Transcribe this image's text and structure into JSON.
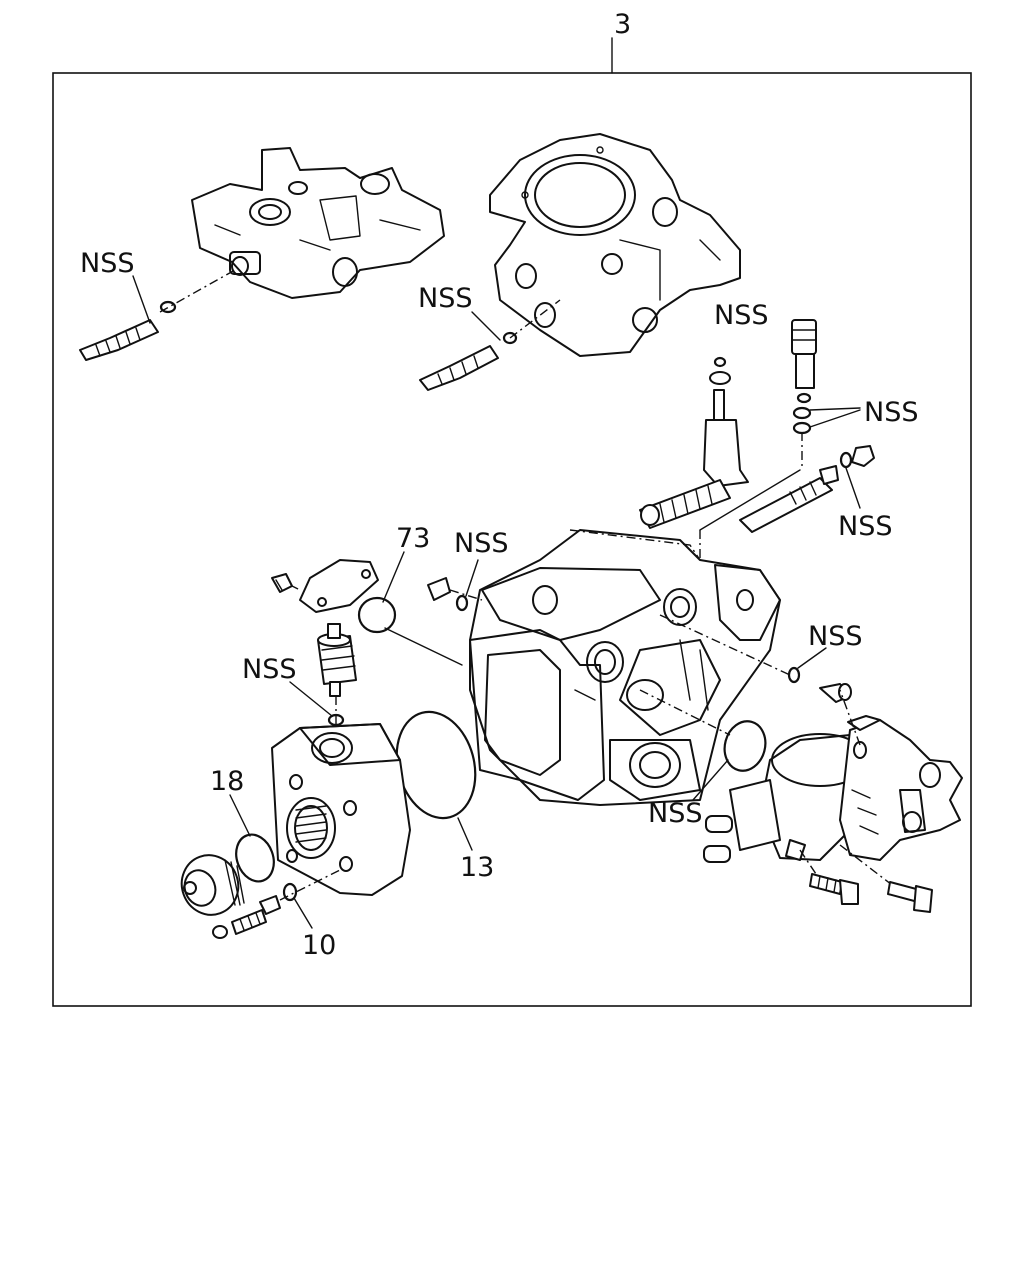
{
  "title_callout": "3",
  "callouts": {
    "nss_top_left": "NSS",
    "nss_top_mid": "NSS",
    "nss_top_right_1": "NSS",
    "nss_top_right_2": "NSS",
    "nss_right_washer": "NSS",
    "nss_mid": "NSS",
    "nss_left_valve": "NSS",
    "nss_right_oring": "NSS",
    "nss_bottom_right": "NSS",
    "part_73": "73",
    "part_18": "18",
    "part_13": "13",
    "part_10": "10"
  }
}
